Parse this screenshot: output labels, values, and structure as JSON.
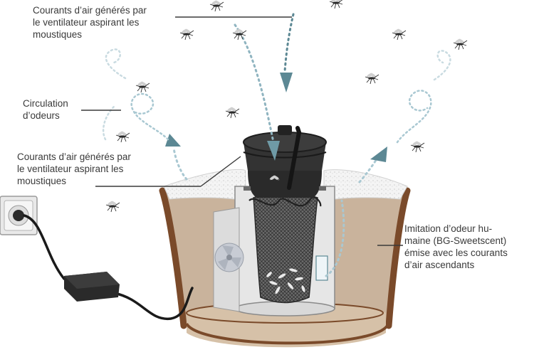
{
  "labels": {
    "airflow_top": [
      "Courants d’air générés par",
      "le ventilateur aspirant les",
      "moustiques"
    ],
    "odour_circulation": [
      "Circulation",
      "d’odeurs"
    ],
    "airflow_mid": [
      "Courants d’air générés par",
      "le ventilateur aspirant les",
      "moustiques"
    ],
    "scent_imitation": [
      "Imitation d’odeur hu-",
      "maine (BG-Sweetscent)",
      "émise avec les courants",
      "d’air ascendants"
    ]
  },
  "icons": [
    "mosquito-icon",
    "fan-icon",
    "power-socket-icon",
    "power-adapter-icon",
    "catch-net-icon"
  ],
  "colors": {
    "text": "#3a3a3a",
    "trap_body": "#2a2a2a",
    "soil": "#c9b39c",
    "soil_rim": "#7a4a2a",
    "arrow_light": "#a9c8d2",
    "arrow_dark": "#5c8894",
    "container": "#e6e6e6"
  }
}
